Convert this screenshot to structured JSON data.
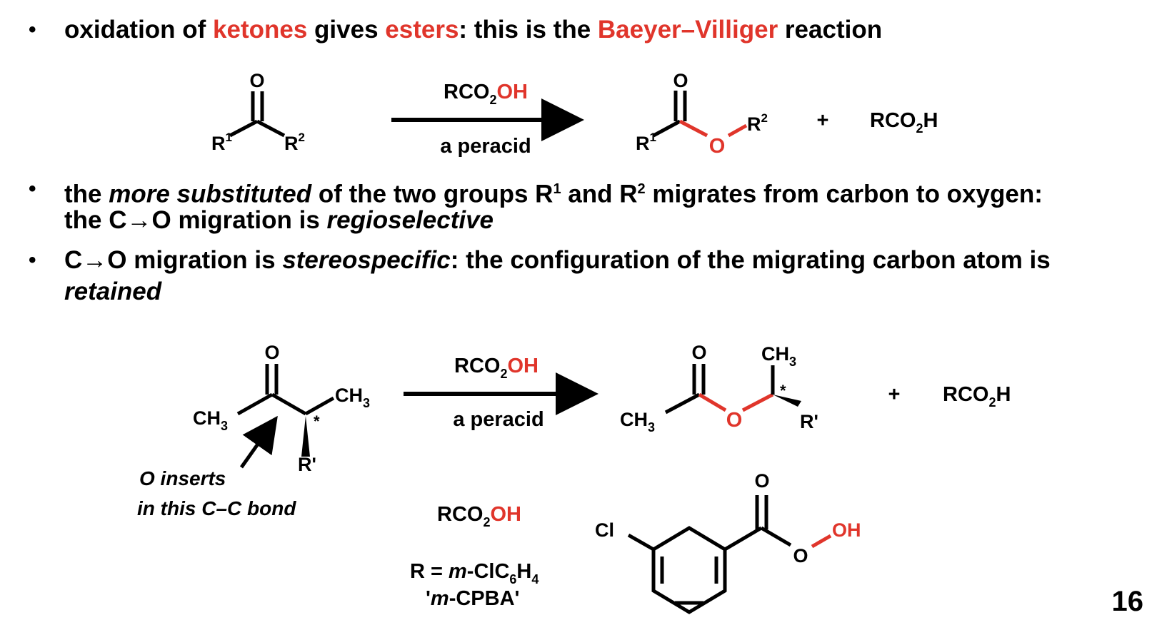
{
  "bullets": {
    "b1": {
      "pre": "oxidation of ",
      "ketones": "ketones",
      "mid1": " gives ",
      "esters": "esters",
      "mid2": ": this is the ",
      "name": "Baeyer–Villiger",
      "post": " reaction"
    },
    "b2": {
      "line1_pre": "the ",
      "line1_em": "more substituted",
      "line1_post1": " of the two groups R",
      "sup1": "1",
      "line1_post2": " and R",
      "sup2": "2",
      "line1_post3": " migrates from carbon to oxygen:",
      "line2_pre": "the C→O migration is ",
      "line2_em": "regioselective"
    },
    "b3": {
      "line1_pre": "C→O migration is ",
      "line1_em": "stereospecific",
      "line1_post": ": the configuration of the migrating carbon atom is",
      "line2_em": "retained"
    }
  },
  "scheme1": {
    "reagent_pre": "RCO",
    "reagent_sub": "2",
    "reagent_oh": "OH",
    "condition": "a peracid",
    "ketone": {
      "o": "O",
      "r1": "R",
      "r1_sup": "1",
      "r2": "R",
      "r2_sup": "2"
    },
    "ester": {
      "o_carbonyl": "O",
      "o_ether": "O",
      "r1": "R",
      "r1_sup": "1",
      "r2": "R",
      "r2_sup": "2"
    },
    "plus": "+",
    "byproduct_pre": "RCO",
    "byproduct_sub": "2",
    "byproduct_post": "H"
  },
  "scheme2": {
    "reagent_pre": "RCO",
    "reagent_sub": "2",
    "reagent_oh": "OH",
    "condition": "a peracid",
    "sm": {
      "o": "O",
      "ch3_left": "CH",
      "ch3_left_sub": "3",
      "ch3_right": "CH",
      "ch3_right_sub": "3",
      "star": "*",
      "rprime": "R'"
    },
    "note_line1": "O inserts",
    "note_line2": "in this C–C bond",
    "product": {
      "o_carbonyl": "O",
      "o_ether": "O",
      "ch3_left": "CH",
      "ch3_left_sub": "3",
      "ch3_top": "CH",
      "ch3_top_sub": "3",
      "star": "*",
      "rprime": "R'"
    },
    "plus": "+",
    "byproduct_pre": "RCO",
    "byproduct_sub": "2",
    "byproduct_post": "H"
  },
  "mcpba": {
    "formula_pre": "RCO",
    "formula_sub": "2",
    "formula_oh": "OH",
    "r_def_pre": "R = ",
    "r_def_m": "m",
    "r_def_mid": "-ClC",
    "r_def_sub1": "6",
    "r_def_h": "H",
    "r_def_sub2": "4",
    "abbr_pre": "'",
    "abbr_m": "m",
    "abbr_post": "-CPBA'",
    "structure": {
      "cl": "Cl",
      "o_carbonyl": "O",
      "o_peroxy": "O",
      "oh": "OH"
    }
  },
  "page_number": "16",
  "colors": {
    "accent": "#e0352b",
    "text": "#000000"
  }
}
